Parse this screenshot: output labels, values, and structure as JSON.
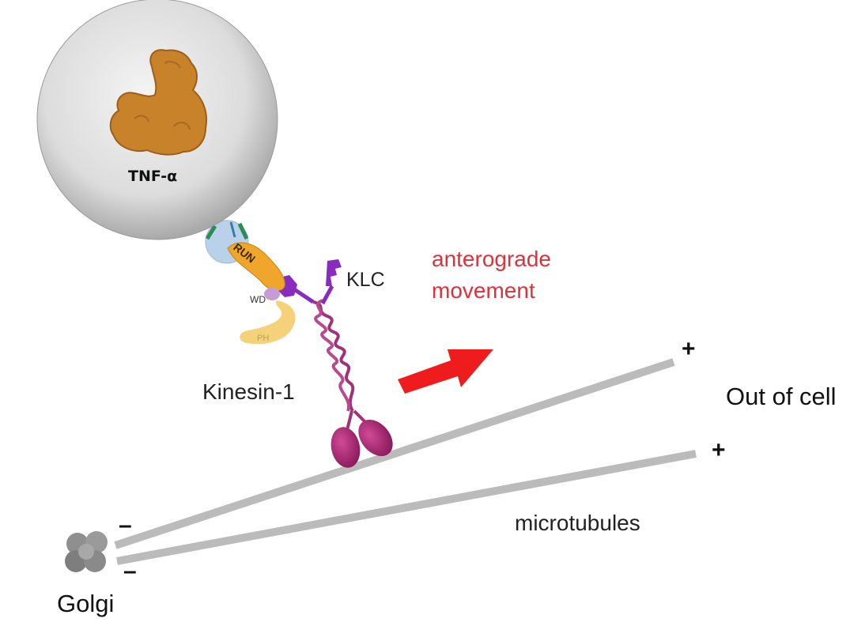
{
  "labels": {
    "tnf": "TNF-α",
    "klc": "KLC",
    "anterograde_line1": "anterograde",
    "anterograde_line2": "movement",
    "kinesin": "Kinesin-1",
    "out_of_cell": "Out of cell",
    "microtubules": "microtubules",
    "golgi": "Golgi",
    "plus_upper": "+",
    "plus_lower": "+",
    "minus_upper": "–",
    "minus_lower": "–",
    "wd": "WD",
    "ph": "PH",
    "run": "RUN"
  },
  "colors": {
    "vesicle": "#d8d8d8",
    "tnf_protein": "#c8832a",
    "kinesin_heavy_chain": "#a0327a",
    "kinesin_motor_head": "#a0286e",
    "klc": "#8a2bc0",
    "run_domain": "#f0a62a",
    "ph_domain": "#f5d27a",
    "microtubule": "#bbbbbb",
    "arrow": "#ee1c1c",
    "anterograde_text": "#e0303a",
    "golgi": "#8a8a8a"
  }
}
